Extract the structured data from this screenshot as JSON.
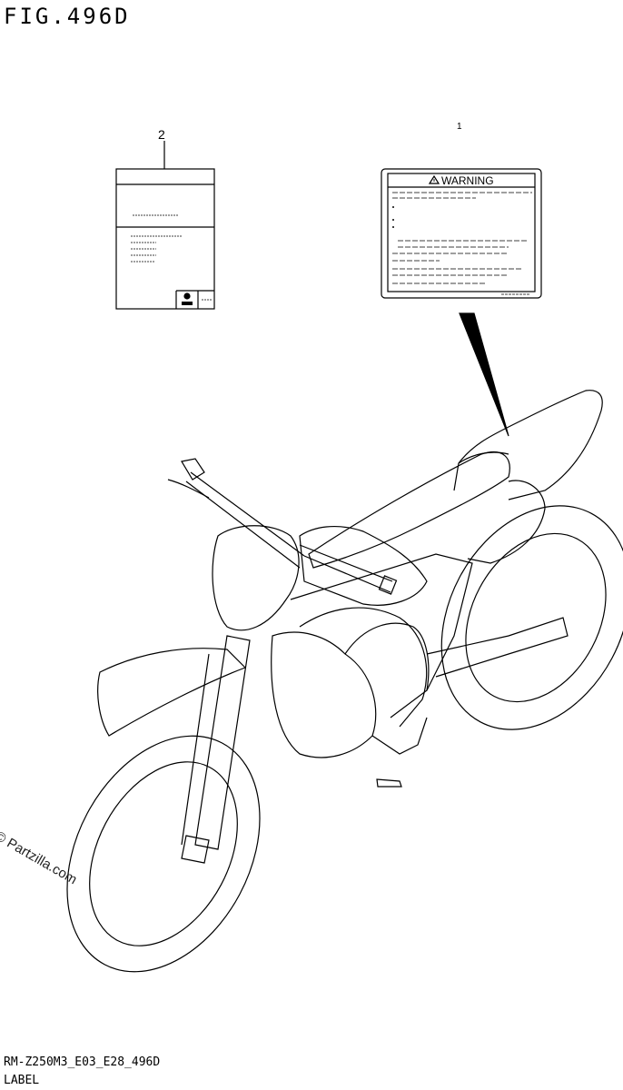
{
  "figure": {
    "title": "FIG.496D",
    "code": "RM-Z250M3_E03_E28_496D",
    "name": "LABEL"
  },
  "callouts": {
    "label_sheet": "2",
    "warning_label": "1"
  },
  "warning_label": {
    "heading": "WARNING"
  },
  "watermark": "© Partzilla.com",
  "icons": [
    "warning-triangle-icon",
    "manufacturer-logo-icon"
  ],
  "colors": {
    "line": "#000000",
    "background": "#ffffff"
  }
}
